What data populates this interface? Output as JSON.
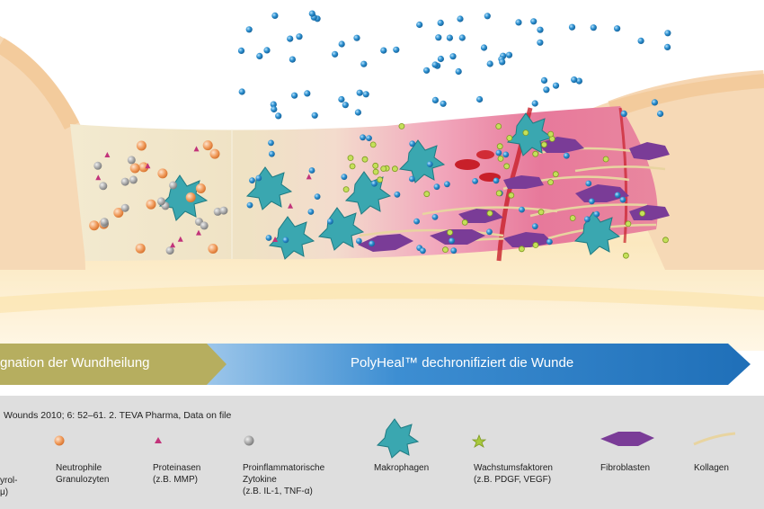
{
  "banner": {
    "left_text": "gnation der Wundheilung",
    "right_text": "PolyHeal™ dechronifiziert die Wunde",
    "left_color": "#b6ae5f",
    "right_color": "#2f7fc6"
  },
  "reference": "Wounds 2010; 6: 52–61.  2. TEVA Pharma, Data on file",
  "legend": {
    "partial_label_1": "yrol-",
    "partial_label_2": "μ)",
    "neutrophils_1": "Neutrophile",
    "neutrophils_2": "Granulozyten",
    "proteinases_1": "Proteinasen",
    "proteinases_2": "(z.B. MMP)",
    "cytokines_1": "Proinflammatorische",
    "cytokines_2": "Zytokine",
    "cytokines_3": "(z.B. IL-1, TNF-α)",
    "macrophages": "Makrophagen",
    "growth_factors_1": "Wachstumsfaktoren",
    "growth_factors_2": "(z.B. PDGF, VEGF)",
    "fibroblasts": "Fibroblasten",
    "collagen": "Kollagen"
  },
  "colors": {
    "blue_particle": "#2b8fd0",
    "neutrophil": "#f09a5a",
    "proteinase": "#c2337a",
    "cytokine": "#9a9a9a",
    "macrophage": "#3aa7b0",
    "growth_factor": "#a9c93c",
    "fibroblast": "#7a3c97",
    "collagen": "#e8d4a0",
    "erythrocyte": "#c8202a",
    "wound_pink": "#e7799b",
    "skin": "#f6d9b6"
  },
  "icons": [
    "neutrophil-icon",
    "proteinase-icon",
    "cytokine-icon",
    "macrophage-icon",
    "growth-factor-icon",
    "fibroblast-icon",
    "collagen-icon"
  ]
}
